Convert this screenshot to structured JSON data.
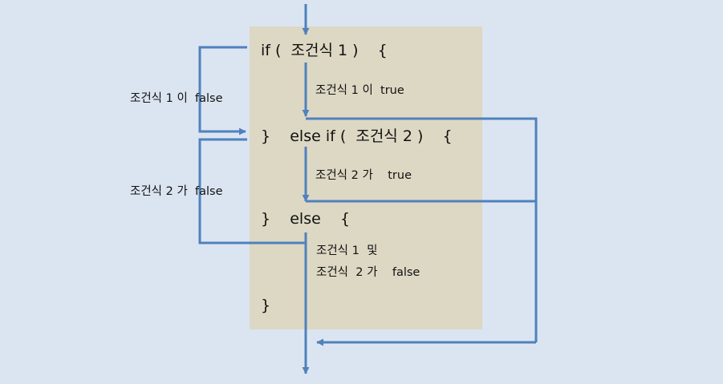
{
  "code": {
    "if_line": "if (  조건식 1 )    {",
    "else_if_line": "}    else if (  조건식 2 )    {",
    "else_line": "}    else    {",
    "close_line": "}"
  },
  "labels": {
    "cond1_true": "조건식 1 이  true",
    "cond2_true": "조건식 2 가    true",
    "both_false_1": "조건식 1  및",
    "both_false_2": "조건식  2 가    false",
    "cond1_false": "조건식 1 이  false",
    "cond2_false": "조건식 2 가  false"
  },
  "colors": {
    "background": "#dbe5f1",
    "code_box": "#ddd8c4",
    "arrow": "#4f81bd"
  }
}
